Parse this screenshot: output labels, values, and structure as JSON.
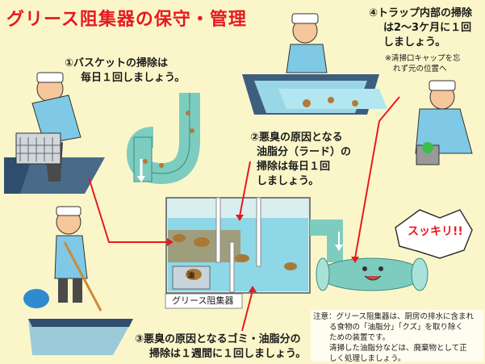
{
  "title": "グリース阻集器の保守・管理",
  "step1": {
    "lines": [
      "①バスケットの掃除は",
      "毎日１回しましょう。"
    ]
  },
  "step2": {
    "lines": [
      "②悪臭の原因となる",
      "油脂分（ラード）の",
      "掃除は毎日１回",
      "しましょう。"
    ]
  },
  "step3": {
    "lines": [
      "③悪臭の原因となるゴミ・油脂分の",
      "掃除は１週間に１回しましょう。"
    ]
  },
  "step4": {
    "lines": [
      "④トラップ内部の掃除",
      "は2〜3ケ月に１回",
      "しましょう。"
    ],
    "note": [
      "※清掃口キャップを忘",
      "れず元の位置へ"
    ]
  },
  "tank_label": "グリース阻集器",
  "oil_label": "油",
  "bubble": "スッキリ!!",
  "notice": [
    "注意：グリース阻集器は、厨房の排水に含まれ",
    "る食物の「油脂分」「クズ」を取り除く",
    "ための装置です。",
    "清掃した油脂分などは、廃棄物として正",
    "しく処理しましょう。"
  ],
  "colors": {
    "title": "#e8191f",
    "background": "#fbf6c9",
    "water": "#a9e4ef",
    "pipe": "#7ccdbf",
    "arrow": "#e8191f"
  }
}
